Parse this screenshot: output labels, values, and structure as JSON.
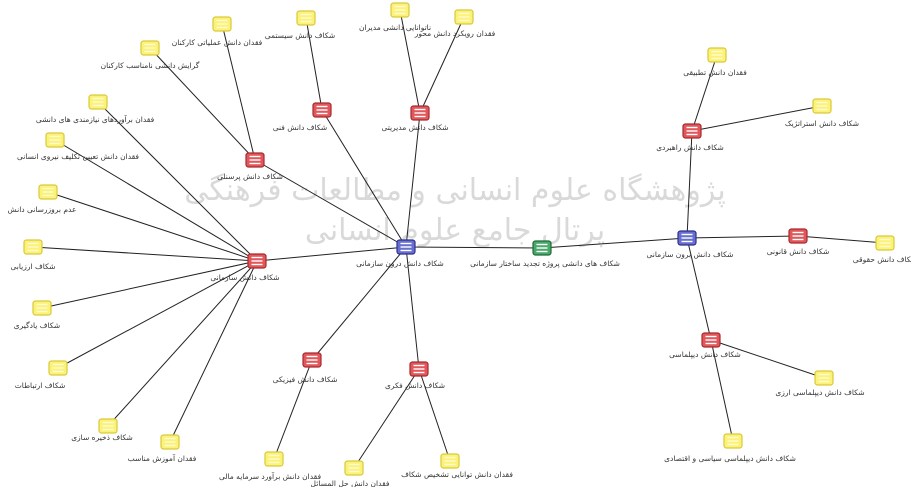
{
  "colors": {
    "edge": "#222222",
    "red_fill": "#e0585b",
    "red_stroke": "#a82a2e",
    "blue_fill": "#6870cf",
    "blue_stroke": "#2e2f8f",
    "green_fill": "#4aa86a",
    "green_stroke": "#1f6b3a",
    "yellow_fill": "#fbf27a",
    "yellow_stroke": "#d9c93a",
    "watermark": "#d6d6d6"
  },
  "watermark": {
    "line1": "پژوهشگاه علوم انسانی و مطالعات فرهنگی",
    "line2": "پرتال جامع علوم انسانی"
  },
  "nodes": [
    {
      "id": "root",
      "kind": "green",
      "label": "شکاف های دانشی پروژه تجدید ساختار سازمانی"
    },
    {
      "id": "inner",
      "kind": "blue",
      "label": "شکاف دانش درون سازمانی"
    },
    {
      "id": "outer",
      "kind": "blue",
      "label": "شکاف دانش برون سازمانی"
    },
    {
      "id": "personnel",
      "kind": "red",
      "label": "شکاف دانش پرسنلی"
    },
    {
      "id": "technical",
      "kind": "red",
      "label": "شکاف دانش فنی"
    },
    {
      "id": "managerial",
      "kind": "red",
      "label": "شکاف دانش مدیریتی"
    },
    {
      "id": "organizational",
      "kind": "red",
      "label": "شکاف دانش سازمانی"
    },
    {
      "id": "physical",
      "kind": "red",
      "label": "شکاف دانش فیزیکی"
    },
    {
      "id": "intellectual",
      "kind": "red",
      "label": "شکاف دانش فکری"
    },
    {
      "id": "strategic",
      "kind": "red",
      "label": "شکاف دانش راهبردی"
    },
    {
      "id": "legal",
      "kind": "red",
      "label": "شکاف دانش قانونی"
    },
    {
      "id": "diplomacy",
      "kind": "red",
      "label": "شکاف دانش دیپلماسی"
    },
    {
      "id": "y_operational",
      "kind": "yellow",
      "label": "فقدان دانش عملیاتی کارکنان"
    },
    {
      "id": "y_inappropriate",
      "kind": "yellow",
      "label": "گرایش دانشی نامناسب کارکنان"
    },
    {
      "id": "y_estimates",
      "kind": "yellow",
      "label": "فقدان برآوردهای نیازمندی های دانشی"
    },
    {
      "id": "y_workforce",
      "kind": "yellow",
      "label": "فقدان دانش تعیین تکلیف نیروی انسانی"
    },
    {
      "id": "y_update",
      "kind": "yellow",
      "label": "عدم بروزرسانی دانش"
    },
    {
      "id": "y_systemic",
      "kind": "yellow",
      "label": "شکاف دانش سیستمی"
    },
    {
      "id": "y_capability",
      "kind": "yellow",
      "label": "ناتوانایی دانشی مدیران"
    },
    {
      "id": "y_approach",
      "kind": "yellow",
      "label": "فقدان رویکرد دانش محور"
    },
    {
      "id": "y_evaluation",
      "kind": "yellow",
      "label": "شکاف ارزیابی"
    },
    {
      "id": "y_learning",
      "kind": "yellow",
      "label": "شکاف یادگیری"
    },
    {
      "id": "y_communication",
      "kind": "yellow",
      "label": "شکاف ارتباطات"
    },
    {
      "id": "y_storage",
      "kind": "yellow",
      "label": "شکاف ذخیره سازی"
    },
    {
      "id": "y_training",
      "kind": "yellow",
      "label": "فقدان آموزش مناسب"
    },
    {
      "id": "y_capital",
      "kind": "yellow",
      "label": "فقدان دانش برآورد سرمایه مالی"
    },
    {
      "id": "y_problem",
      "kind": "yellow",
      "label": "فقدان دانش حل المسائل"
    },
    {
      "id": "y_diagnosis",
      "kind": "yellow",
      "label": "فقدان دانش توانایی تشخیص شکاف"
    },
    {
      "id": "y_applied",
      "kind": "yellow",
      "label": "فقدان دانش تطبیقی"
    },
    {
      "id": "y_strategic",
      "kind": "yellow",
      "label": "شکاف دانش استراتژیک"
    },
    {
      "id": "y_rights",
      "kind": "yellow",
      "label": "شکاف دانش حقوقی"
    },
    {
      "id": "y_currency",
      "kind": "yellow",
      "label": "شکاف دانش دیپلماسی ارزی"
    },
    {
      "id": "y_political",
      "kind": "yellow",
      "label": "شکاف دانش دیپلماسی سیاسی و اقتصادی"
    }
  ],
  "edges": [
    [
      "root",
      "inner"
    ],
    [
      "root",
      "outer"
    ],
    [
      "inner",
      "personnel"
    ],
    [
      "inner",
      "technical"
    ],
    [
      "inner",
      "managerial"
    ],
    [
      "inner",
      "organizational"
    ],
    [
      "inner",
      "physical"
    ],
    [
      "inner",
      "intellectual"
    ],
    [
      "outer",
      "strategic"
    ],
    [
      "outer",
      "legal"
    ],
    [
      "outer",
      "diplomacy"
    ],
    [
      "personnel",
      "y_operational"
    ],
    [
      "personnel",
      "y_inappropriate"
    ],
    [
      "organizational",
      "y_estimates"
    ],
    [
      "organizational",
      "y_workforce"
    ],
    [
      "organizational",
      "y_update"
    ],
    [
      "organizational",
      "y_evaluation"
    ],
    [
      "organizational",
      "y_learning"
    ],
    [
      "organizational",
      "y_communication"
    ],
    [
      "organizational",
      "y_storage"
    ],
    [
      "organizational",
      "y_training"
    ],
    [
      "technical",
      "y_systemic"
    ],
    [
      "managerial",
      "y_capability"
    ],
    [
      "managerial",
      "y_approach"
    ],
    [
      "physical",
      "y_capital"
    ],
    [
      "intellectual",
      "y_problem"
    ],
    [
      "intellectual",
      "y_diagnosis"
    ],
    [
      "strategic",
      "y_applied"
    ],
    [
      "strategic",
      "y_strategic"
    ],
    [
      "legal",
      "y_rights"
    ],
    [
      "diplomacy",
      "y_currency"
    ],
    [
      "diplomacy",
      "y_political"
    ]
  ]
}
